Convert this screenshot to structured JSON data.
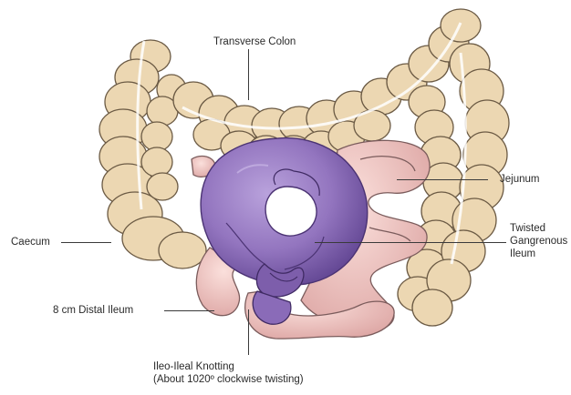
{
  "labels": {
    "transverse_colon": "Transverse Colon",
    "jejunum": "Jejunum",
    "twisted_line1": "Twisted",
    "twisted_line2": "Gangrenous",
    "twisted_line3": "Ileum",
    "caecum": "Caecum",
    "distal_ileum": "8 cm Distal Ileum",
    "knotting_line1": "Ileo-Ileal Knotting",
    "knotting_line2": "(About 1020º clockwise twisting)"
  },
  "colors": {
    "colon_fill": "#ecd7b2",
    "colon_stroke": "#6b5a44",
    "small_bowel_fill": "#efc4c0",
    "small_bowel_stroke": "#7b5c5c",
    "gangrenous_fill": "#9375bf",
    "gangrenous_dark": "#6f4f9e",
    "leader_line": "#3a3a3a"
  }
}
